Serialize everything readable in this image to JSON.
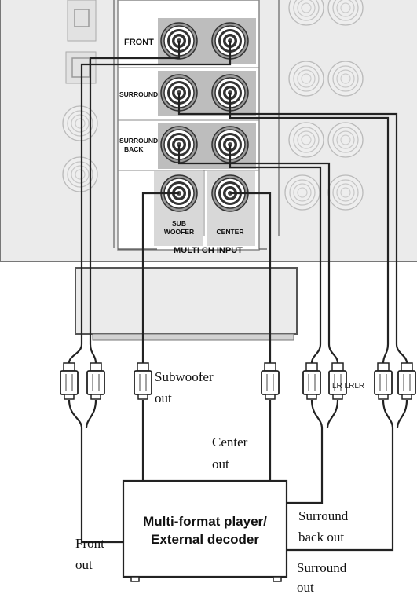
{
  "panel": {
    "jack_labels": {
      "front": "FRONT",
      "surround": "SURROUND",
      "surround_back_line1": "SURROUND",
      "surround_back_line2": "BACK",
      "sub_line1": "SUB",
      "sub_line2": "WOOFER",
      "center": "CENTER"
    },
    "group_label": "MULTI CH INPUT"
  },
  "plug_lr_text": "LR LRLR",
  "outputs": {
    "subwoofer_line1": "Subwoofer",
    "subwoofer_line2": "out",
    "center_line1": "Center",
    "center_line2": "out",
    "front_line1": "Front",
    "front_line2": "out",
    "surround_back_line1": "Surround",
    "surround_back_line2": "back out",
    "surround_line1": "Surround",
    "surround_line2": "out"
  },
  "device": {
    "line1": "Multi-format player/",
    "line2": "External decoder"
  }
}
